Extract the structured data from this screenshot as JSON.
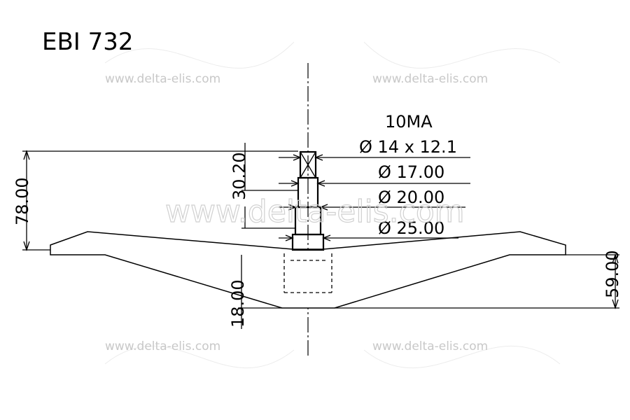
{
  "title": "EBI 732",
  "watermark": {
    "small": "www.delta-elis.com",
    "large": "www.delta-elis.com"
  },
  "shaft_spec": {
    "type": "10MA",
    "square": "Ø 14 x 12.1",
    "d1": "Ø 17.00",
    "d2": "Ø 20.00",
    "d3": "Ø 25.00"
  },
  "dimensions": {
    "overall_height": "78.00",
    "shaft_length": "30.20",
    "arm_height": "59.00",
    "hub_depth": "18.00"
  }
}
